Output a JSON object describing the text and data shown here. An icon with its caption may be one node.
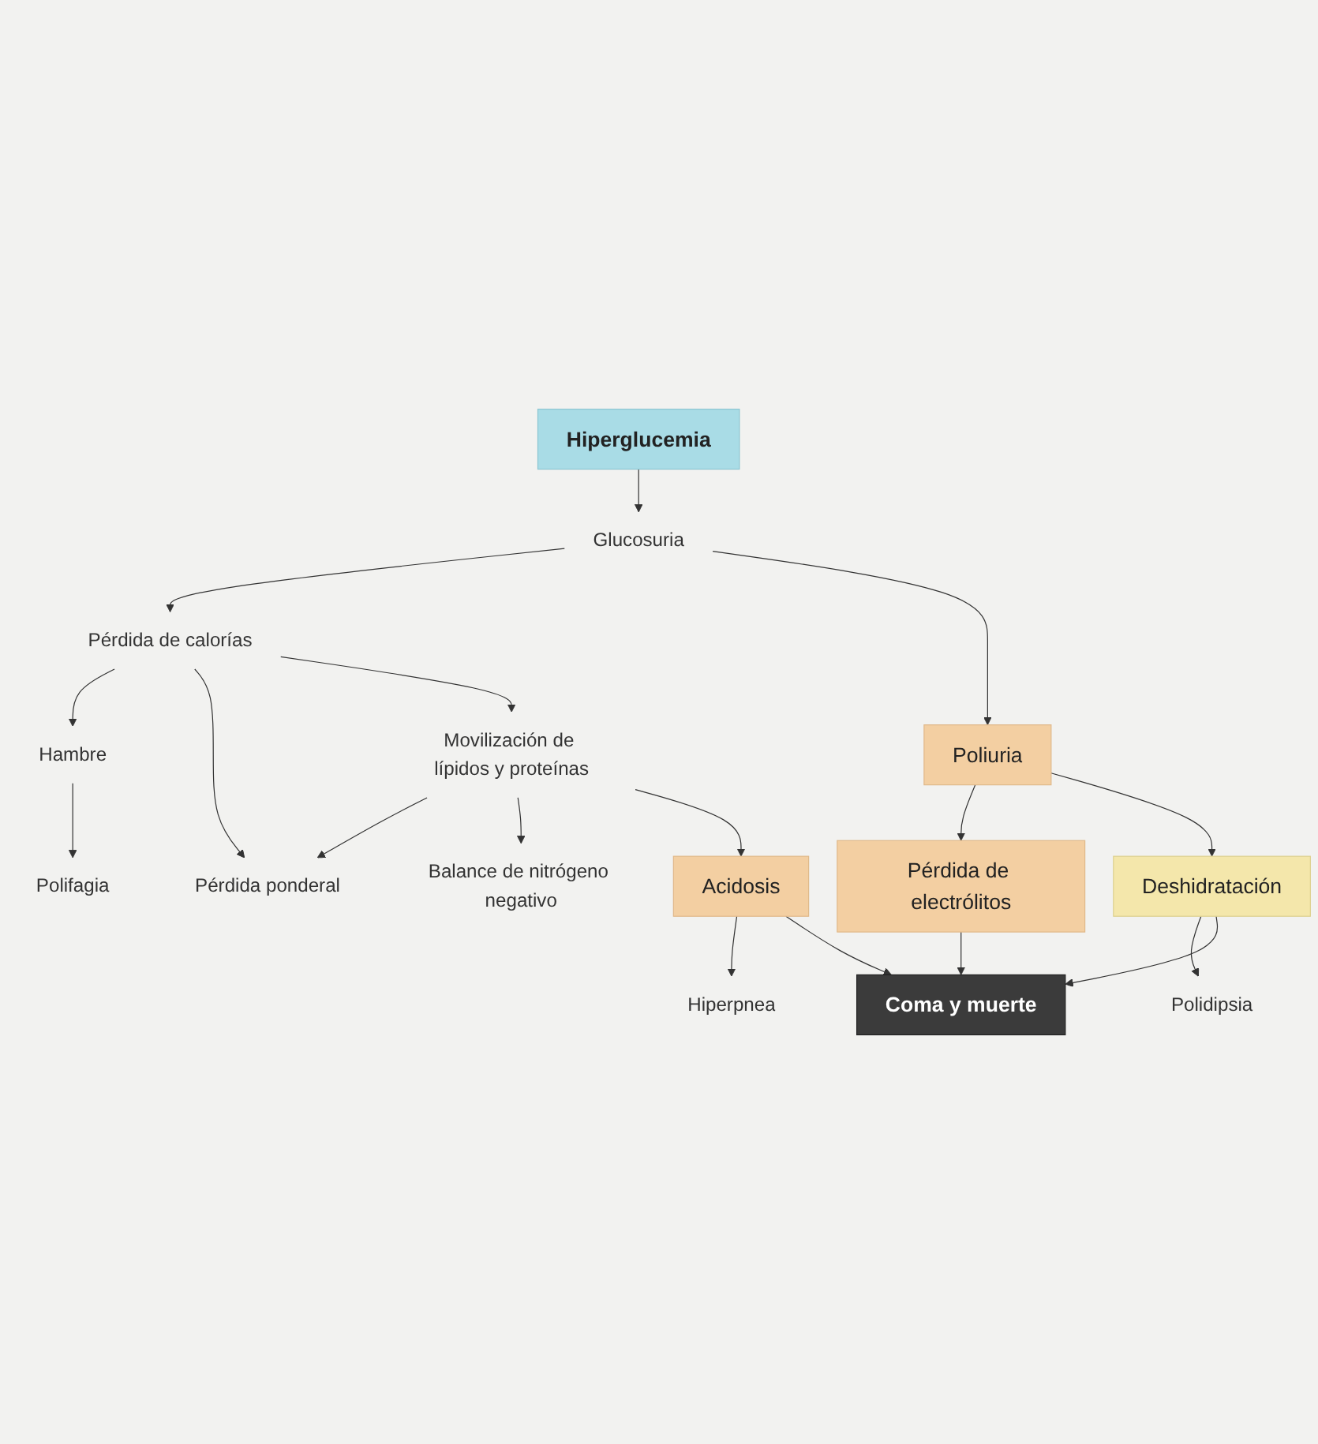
{
  "diagram": {
    "nodes": [
      {
        "text": [
          "Hiperglucemia"
        ]
      },
      {
        "text": [
          "Glucosuria"
        ]
      },
      {
        "text": [
          "Pérdida de calorías"
        ]
      },
      {
        "text": [
          "Poliuria"
        ]
      },
      {
        "text": [
          "Hambre"
        ]
      },
      {
        "text": [
          "Pérdida ponderal"
        ]
      },
      {
        "text": [
          "Movilización de lípidos y proteínas"
        ]
      },
      {
        "text": [
          "Pérdida de electrólitos"
        ]
      },
      {
        "text": [
          "Deshidratación"
        ]
      },
      {
        "text": [
          "Polifagia"
        ]
      },
      {
        "text": [
          "Acidosis"
        ]
      },
      {
        "text": [
          "Polidipsia"
        ]
      },
      {
        "text": [
          "Hiperpnea"
        ]
      },
      {
        "text": [
          "Balance de nitrógeno negativo"
        ]
      },
      {
        "text": [
          "Coma y muerte"
        ]
      }
    ],
    "edges": [
      {
        "from": 0,
        "to": 1,
        "arrow": "to"
      },
      {
        "from": 1,
        "to": 2,
        "arrow": "to"
      },
      {
        "from": 1,
        "to": 3,
        "arrow": "to"
      },
      {
        "from": 2,
        "to": 4,
        "arrow": "to"
      },
      {
        "from": 2,
        "to": 5,
        "arrow": "to"
      },
      {
        "from": 2,
        "to": 6,
        "arrow": "to"
      },
      {
        "from": 3,
        "to": 7,
        "arrow": "to"
      },
      {
        "from": 3,
        "to": 8,
        "arrow": "to"
      },
      {
        "from": 4,
        "to": 9,
        "arrow": "to"
      },
      {
        "from": 6,
        "to": 5,
        "arrow": "to"
      },
      {
        "from": 6,
        "to": 13,
        "arrow": "to"
      },
      {
        "from": 6,
        "to": 10,
        "arrow": "to"
      },
      {
        "from": 8,
        "to": 11,
        "arrow": "to"
      },
      {
        "from": 10,
        "to": 12,
        "arrow": "to"
      },
      {
        "from": 10,
        "to": 14,
        "arrow": "to"
      },
      {
        "from": 7,
        "to": 14,
        "arrow": "to"
      },
      {
        "from": 8,
        "to": 14,
        "arrow": "to"
      }
    ]
  }
}
